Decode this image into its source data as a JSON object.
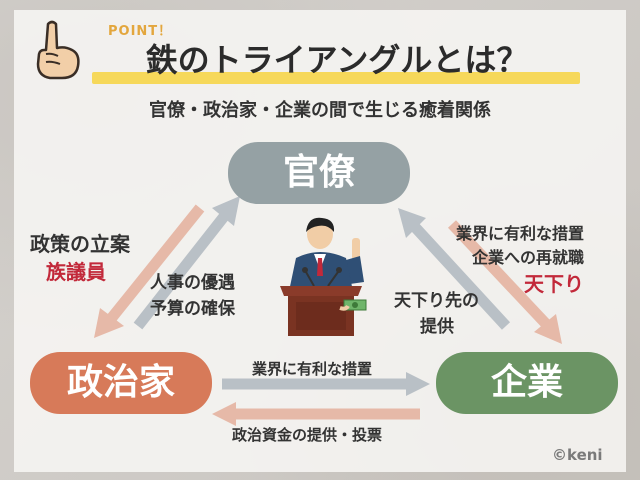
{
  "header": {
    "point": "POINT！",
    "title": "鉄のトライアングルとは？",
    "subtitle": "官僚・政治家・企業の間で生じる癒着関係"
  },
  "nodes": {
    "kanryo": "官僚",
    "seijika": "政治家",
    "kigyo": "企業"
  },
  "labels": {
    "policy": "政策の立案",
    "zokugiin": "族議員",
    "personnel_line1": "人事の優遇",
    "personnel_line2": "予算の確保",
    "industry_line1": "業界に有利な措置",
    "industry_line2": "企業への再就職",
    "amakudari": "天下り",
    "retire_line1": "天下り先の",
    "retire_line2": "提供",
    "pol_to_corp": "業界に有利な措置",
    "corp_to_pol": "政治資金の提供・投票"
  },
  "footer": {
    "copyright": "©keni"
  },
  "colors": {
    "kanryo": "#95a1a4",
    "seijika": "#d77a59",
    "kigyo": "#6b9464",
    "accent_yellow": "#f6d85a",
    "accent_red": "#c2293a",
    "arrow_gray": "#b9c0c6",
    "arrow_pink": "#e6b9a8"
  }
}
